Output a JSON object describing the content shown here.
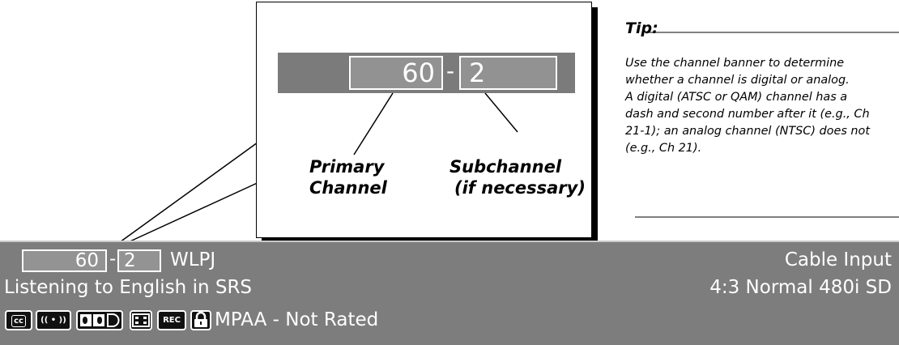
{
  "callout": {
    "primary_channel": "60",
    "subchannel": "2",
    "dash": "-",
    "primary_label_1": "Primary",
    "primary_label_2": "Channel",
    "sub_label_1": "Subchannel",
    "sub_label_2": "(if necessary)"
  },
  "tip": {
    "title": "Tip:",
    "lines": [
      "Use the channel banner to determine",
      "whether a channel is digital or analog.",
      "A digital (ATSC or QAM) channel has a",
      "dash and second number after it (e.g., Ch",
      "21-1); an analog channel (NTSC) does not",
      "(e.g., Ch 21)."
    ]
  },
  "banner": {
    "primary_channel": "60",
    "dash": "-",
    "subchannel": "2",
    "station": "WLPJ",
    "input": "Cable Input",
    "audio": "Listening to English in SRS",
    "format": "4:3 Normal 480i SD",
    "rating": "MPAA - Not Rated",
    "icons": [
      {
        "name": "closed-caption-icon",
        "text": "cc"
      },
      {
        "name": "srs-audio-icon",
        "text": "(( • ))"
      },
      {
        "name": "dolby-digital-icon",
        "text": "DD"
      },
      {
        "name": "aspect-ratio-icon",
        "text": ""
      },
      {
        "name": "record-icon",
        "text": "REC"
      },
      {
        "name": "lock-icon",
        "text": ""
      }
    ]
  },
  "colors": {
    "banner_bg": "#7d7d7d",
    "box_bg": "#939393",
    "text": "#ffffff"
  }
}
